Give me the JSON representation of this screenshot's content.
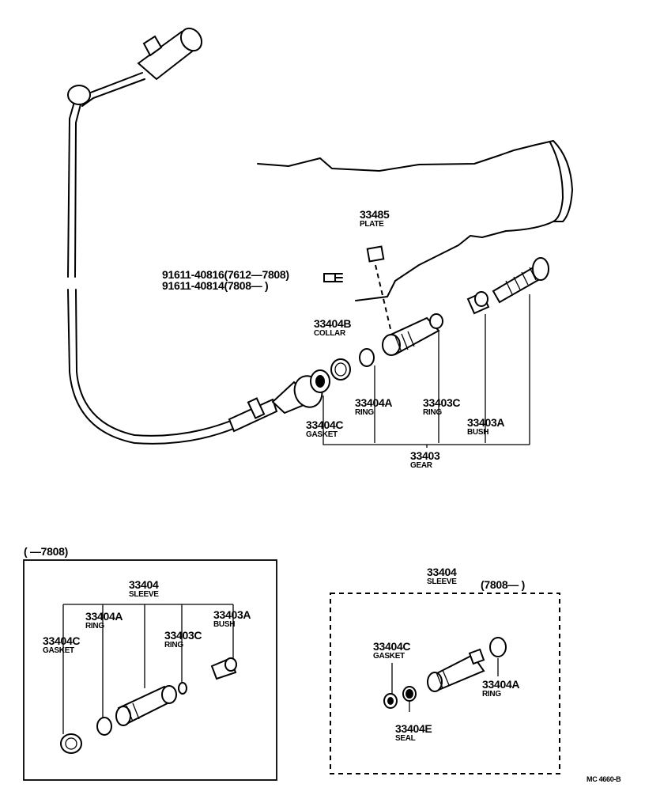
{
  "main": {
    "bolt": {
      "line1": "91611-40816(7612—7808)",
      "line2": "91611-40814(7808—     )"
    },
    "plate": {
      "number": "33485",
      "name": "PLATE"
    },
    "collar": {
      "number": "33404B",
      "name": "COLLAR"
    },
    "gasket": {
      "number": "33404C",
      "name": "GASKET"
    },
    "ring_a": {
      "number": "33404A",
      "name": "RING"
    },
    "ring_c": {
      "number": "33403C",
      "name": "RING"
    },
    "bush": {
      "number": "33403A",
      "name": "BUSH"
    },
    "gear": {
      "number": "33403",
      "name": "GEAR"
    }
  },
  "inset_left": {
    "range": "(      —7808)",
    "sleeve": {
      "number": "33404",
      "name": "SLEEVE"
    },
    "ring_a": {
      "number": "33404A",
      "name": "RING"
    },
    "bush": {
      "number": "33403A",
      "name": "BUSH"
    },
    "gasket": {
      "number": "33404C",
      "name": "GASKET"
    },
    "ring_c": {
      "number": "33403C",
      "name": "RING"
    }
  },
  "inset_right": {
    "sleeve": {
      "number": "33404",
      "name": "SLEEVE"
    },
    "range": "(7808—     )",
    "gasket": {
      "number": "33404C",
      "name": "GASKET"
    },
    "ring_a": {
      "number": "33404A",
      "name": "RING"
    },
    "seal": {
      "number": "33404E",
      "name": "SEAL"
    }
  },
  "diagram_code": "MC 4660-B"
}
